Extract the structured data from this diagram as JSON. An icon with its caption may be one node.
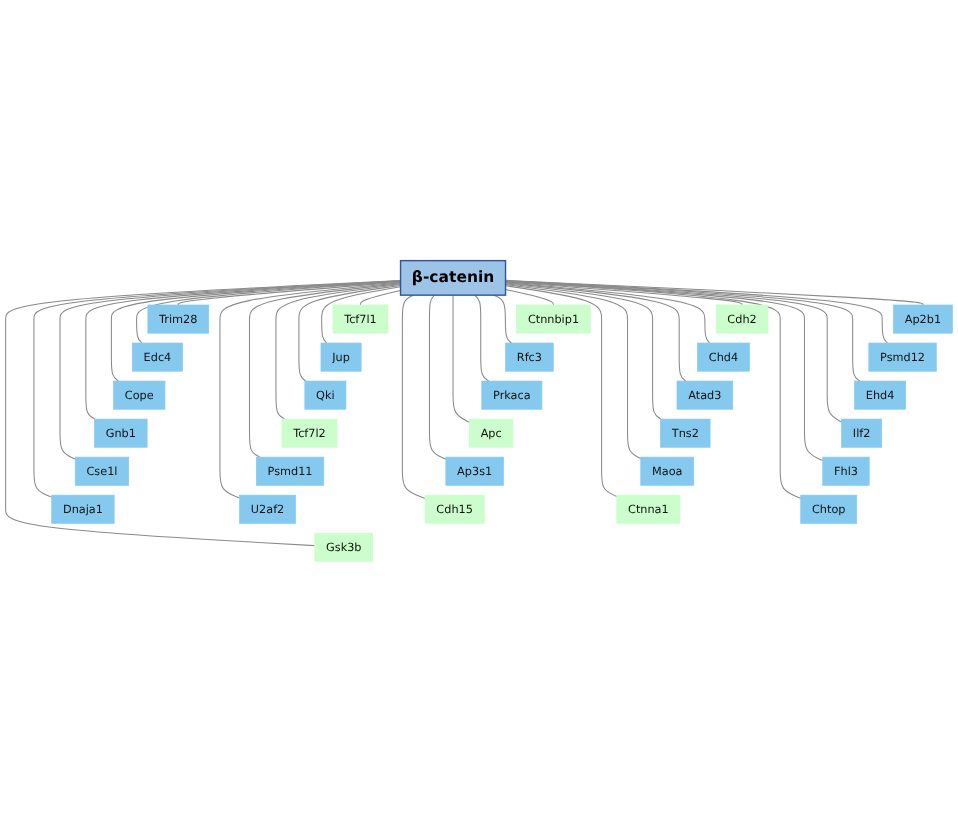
{
  "diagram": {
    "nodes": [
      {
        "text": [
          "β-catenin"
        ]
      },
      {
        "text": [
          "Ap2b1"
        ]
      },
      {
        "text": [
          "Trim28"
        ]
      },
      {
        "text": [
          "Tcf7l1"
        ]
      },
      {
        "text": [
          "Ctnnbip1"
        ]
      },
      {
        "text": [
          "Cdh2"
        ]
      },
      {
        "text": [
          "Psmd12"
        ]
      },
      {
        "text": [
          "Edc4"
        ]
      },
      {
        "text": [
          "Jup"
        ]
      },
      {
        "text": [
          "Rfc3"
        ]
      },
      {
        "text": [
          "Chd4"
        ]
      },
      {
        "text": [
          "Ehd4"
        ]
      },
      {
        "text": [
          "Cope"
        ]
      },
      {
        "text": [
          "Qki"
        ]
      },
      {
        "text": [
          "Prkaca"
        ]
      },
      {
        "text": [
          "Atad3"
        ]
      },
      {
        "text": [
          "Ilf2"
        ]
      },
      {
        "text": [
          "Gnb1"
        ]
      },
      {
        "text": [
          "Tcf7l2"
        ]
      },
      {
        "text": [
          "Apc"
        ]
      },
      {
        "text": [
          "Tns2"
        ]
      },
      {
        "text": [
          "Fhl3"
        ]
      },
      {
        "text": [
          "Cse1l"
        ]
      },
      {
        "text": [
          "Psmd11"
        ]
      },
      {
        "text": [
          "Ap3s1"
        ]
      },
      {
        "text": [
          "Maoa"
        ]
      },
      {
        "text": [
          "Chtop"
        ]
      },
      {
        "text": [
          "Dnaja1"
        ]
      },
      {
        "text": [
          "U2af2"
        ]
      },
      {
        "text": [
          "Cdh15"
        ]
      },
      {
        "text": [
          "Ctnna1"
        ]
      },
      {
        "text": [
          "Gsk3b"
        ]
      }
    ],
    "edges": [
      {
        "from": 0,
        "to": 1,
        "arrow": "none"
      },
      {
        "from": 0,
        "to": 2,
        "arrow": "none"
      },
      {
        "from": 0,
        "to": 3,
        "arrow": "none"
      },
      {
        "from": 0,
        "to": 4,
        "arrow": "none"
      },
      {
        "from": 0,
        "to": 5,
        "arrow": "none"
      },
      {
        "from": 0,
        "to": 6,
        "arrow": "none"
      },
      {
        "from": 0,
        "to": 7,
        "arrow": "none"
      },
      {
        "from": 0,
        "to": 8,
        "arrow": "none"
      },
      {
        "from": 0,
        "to": 9,
        "arrow": "none"
      },
      {
        "from": 0,
        "to": 10,
        "arrow": "none"
      },
      {
        "from": 0,
        "to": 11,
        "arrow": "none"
      },
      {
        "from": 0,
        "to": 12,
        "arrow": "none"
      },
      {
        "from": 0,
        "to": 13,
        "arrow": "none"
      },
      {
        "from": 0,
        "to": 14,
        "arrow": "none"
      },
      {
        "from": 0,
        "to": 15,
        "arrow": "none"
      },
      {
        "from": 0,
        "to": 16,
        "arrow": "none"
      },
      {
        "from": 0,
        "to": 17,
        "arrow": "none"
      },
      {
        "from": 0,
        "to": 18,
        "arrow": "none"
      },
      {
        "from": 0,
        "to": 19,
        "arrow": "none"
      },
      {
        "from": 0,
        "to": 20,
        "arrow": "none"
      },
      {
        "from": 0,
        "to": 21,
        "arrow": "none"
      },
      {
        "from": 0,
        "to": 22,
        "arrow": "none"
      },
      {
        "from": 0,
        "to": 23,
        "arrow": "none"
      },
      {
        "from": 0,
        "to": 24,
        "arrow": "none"
      },
      {
        "from": 0,
        "to": 25,
        "arrow": "none"
      },
      {
        "from": 0,
        "to": 26,
        "arrow": "none"
      },
      {
        "from": 0,
        "to": 27,
        "arrow": "none"
      },
      {
        "from": 0,
        "to": 28,
        "arrow": "none"
      },
      {
        "from": 0,
        "to": 29,
        "arrow": "none"
      },
      {
        "from": 0,
        "to": 30,
        "arrow": "none"
      },
      {
        "from": 0,
        "to": 31,
        "arrow": "none"
      }
    ]
  }
}
